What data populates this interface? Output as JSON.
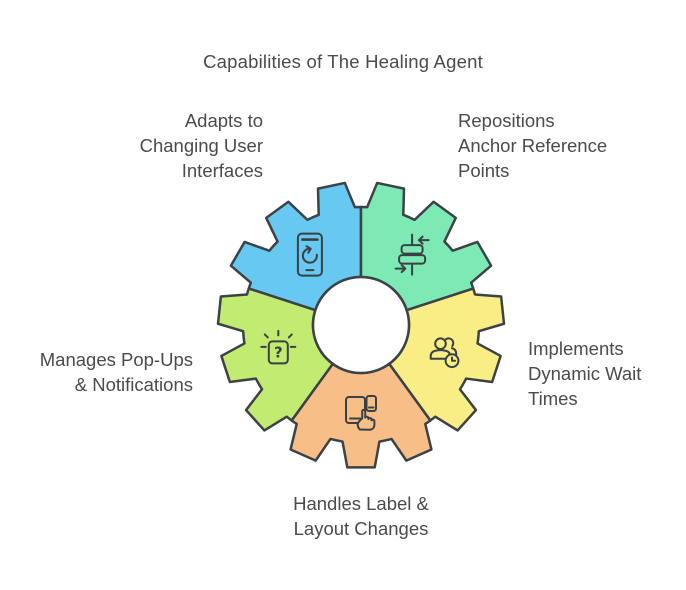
{
  "title": "Capabilities of The Healing Agent",
  "colors": {
    "background": "#ffffff",
    "outline": "#3d4247",
    "icon_stroke": "#3b4045",
    "text": "#4b4b4b",
    "center": "#ffffff"
  },
  "diagram": {
    "center_shape": "gear",
    "segments": [
      {
        "name": "adapts-to-changing-user-interfaces",
        "label": "Adapts to\nChanging User\nInterfaces",
        "color": "#67c8f2",
        "icon": "phone-refresh-icon"
      },
      {
        "name": "repositions-anchor-reference-points",
        "label": "Repositions\nAnchor Reference\nPoints",
        "color": "#7deab6",
        "icon": "reposition-arrows-icon"
      },
      {
        "name": "implements-dynamic-wait-times",
        "label": "Implements\nDynamic Wait\nTimes",
        "color": "#f9ee85",
        "icon": "users-clock-icon"
      },
      {
        "name": "handles-label-layout-changes",
        "label": "Handles Label &\nLayout Changes",
        "color": "#f7bf87",
        "icon": "devices-touch-icon"
      },
      {
        "name": "manages-popups-notifications",
        "label": "Manages Pop-Ups\n& Notifications",
        "color": "#c2ec71",
        "icon": "popup-question-icon"
      }
    ]
  }
}
